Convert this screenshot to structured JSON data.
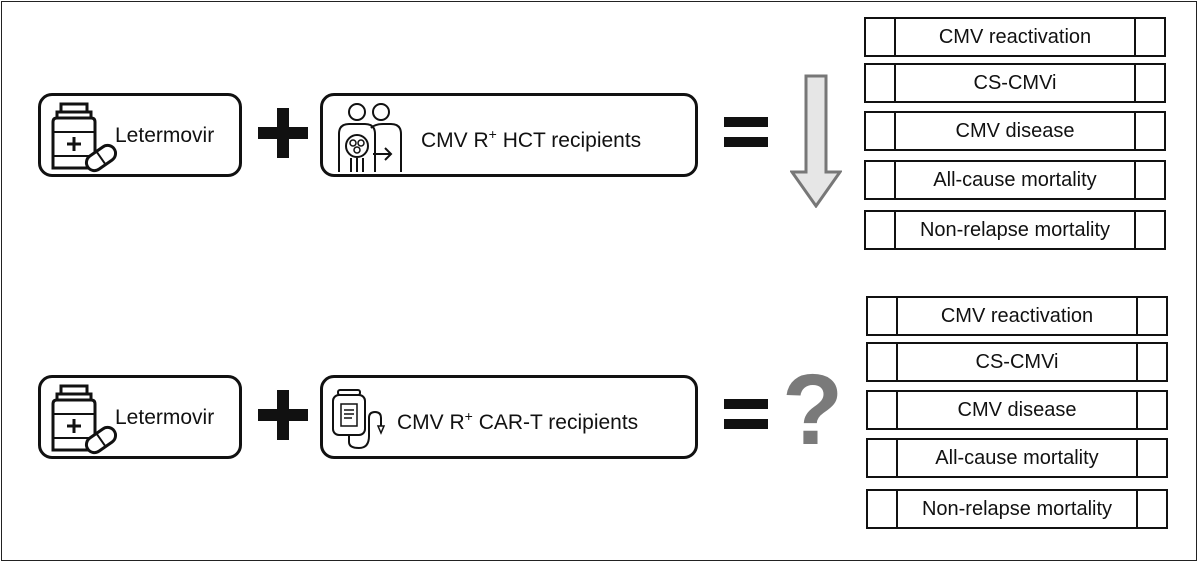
{
  "row1": {
    "drug_label": "Letermovir",
    "pop_prefix": "CMV R",
    "pop_sup": "+",
    "pop_suffix": " HCT recipients",
    "outcomes": [
      "CMV reactivation",
      "CS-CMVi",
      "CMV disease",
      "All-cause mortality",
      "Non-relapse mortality"
    ]
  },
  "row2": {
    "drug_label": "Letermovir",
    "pop_prefix": "CMV R",
    "pop_sup": "+",
    "pop_suffix": " CAR-T recipients",
    "result_symbol": "?",
    "outcomes": [
      "CMV reactivation",
      "CS-CMVi",
      "CMV disease",
      "All-cause mortality",
      "Non-relapse mortality"
    ]
  },
  "icons": {
    "drug": "medicine-bottle-and-pill-icon",
    "hct": "transplant-patients-icon",
    "cart": "infusion-bag-icon",
    "decrease": "down-arrow-icon"
  },
  "colors": {
    "arrow_fill": "#e6e6e6",
    "arrow_stroke": "#777777",
    "question_mark": "#7a7a7a"
  }
}
